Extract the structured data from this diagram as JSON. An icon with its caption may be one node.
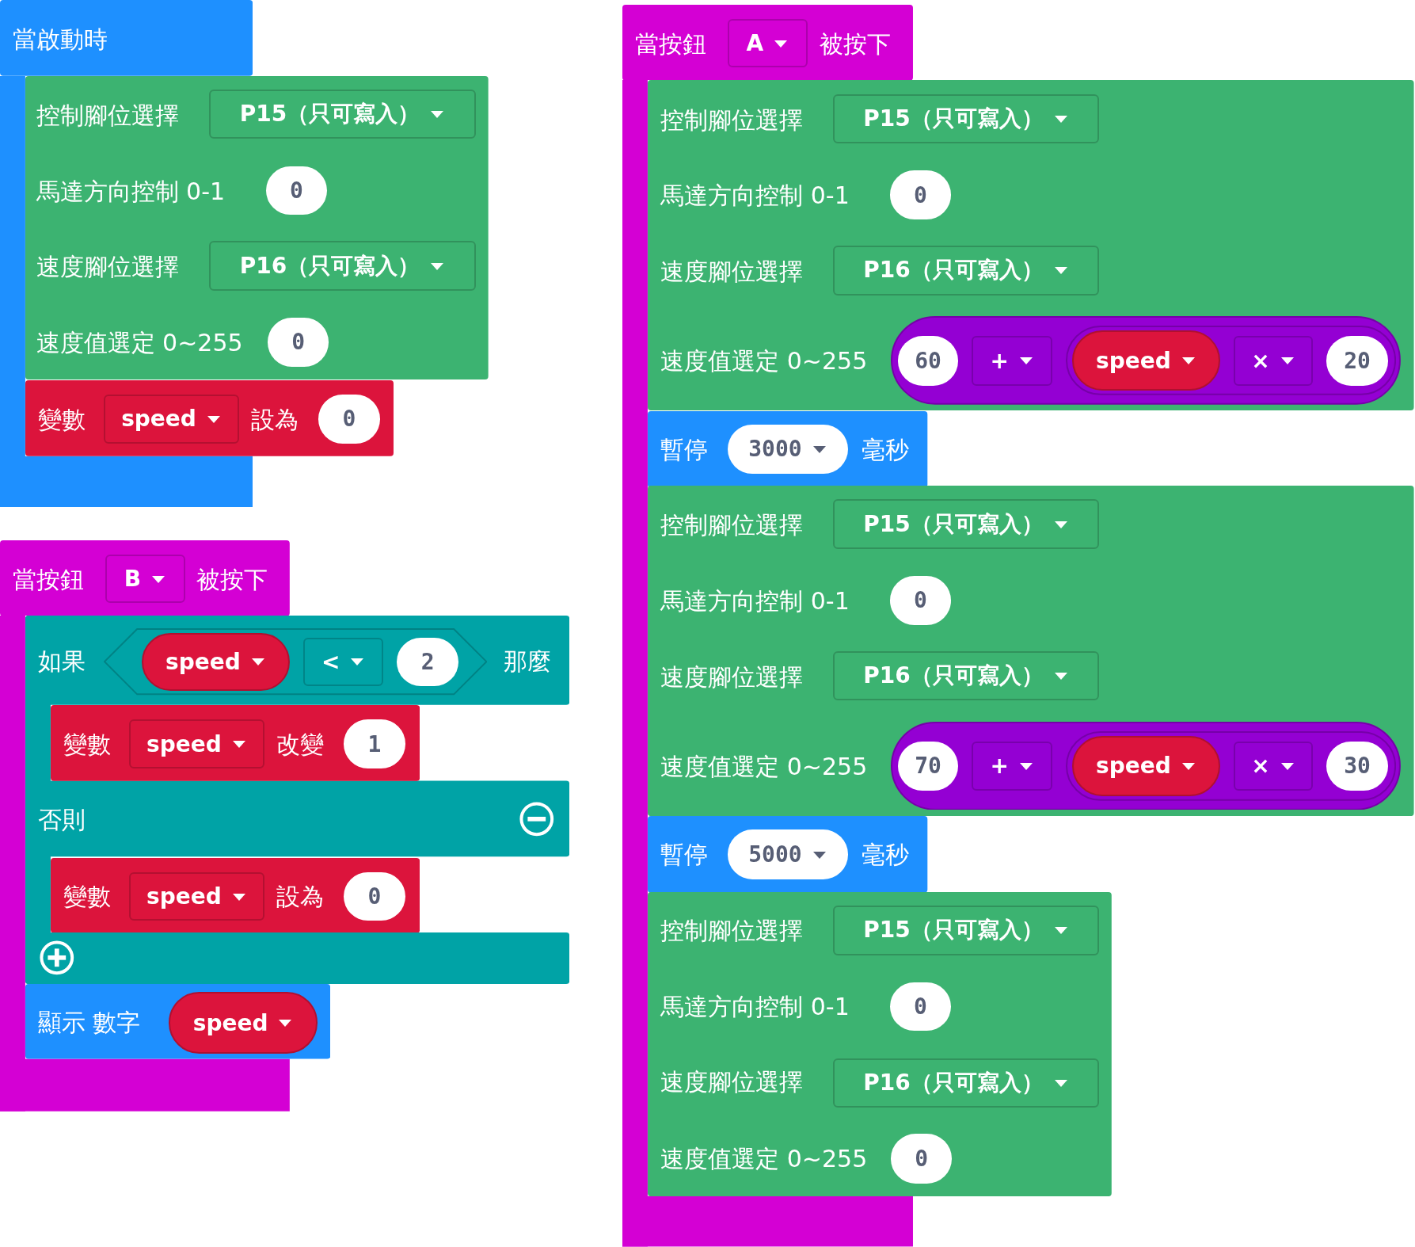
{
  "diagram": {
    "nodes": [
      {
        "text": [
          "當啟動時"
        ]
      },
      {
        "text": [
          "控制腳位選擇",
          "馬達方向控制 0-1",
          "速度腳位選擇",
          "速度值選定 0~255"
        ]
      },
      {
        "text": [
          "P15（只可寫入）"
        ],
        "in": 1
      },
      {
        "text": [
          "0"
        ],
        "in": 1
      },
      {
        "text": [
          "P16（只可寫入）"
        ],
        "in": 1
      },
      {
        "text": [
          "0"
        ],
        "in": 1
      },
      {
        "text": [
          "變數",
          "設為"
        ]
      },
      {
        "text": [
          "speed"
        ],
        "in": 6
      },
      {
        "text": [
          "0"
        ],
        "in": 6
      },
      {
        "text": [
          "當按鈕",
          "被按下"
        ]
      },
      {
        "text": [
          "B"
        ],
        "in": 9
      },
      {
        "text": [
          "如果",
          "那麼",
          "否則"
        ]
      },
      {
        "text": [],
        "shape": "hexagon",
        "in": 11
      },
      {
        "text": [
          "speed"
        ],
        "in": 12
      },
      {
        "text": [
          "<"
        ],
        "in": 12
      },
      {
        "text": [
          "2"
        ],
        "in": 12
      },
      {
        "text": [
          "變數",
          "改變"
        ],
        "in": 11
      },
      {
        "text": [
          "speed"
        ],
        "in": 16
      },
      {
        "text": [
          "1"
        ],
        "in": 16
      },
      {
        "text": [
          "變數",
          "設為"
        ],
        "in": 11
      },
      {
        "text": [
          "speed"
        ],
        "in": 19
      },
      {
        "text": [
          "0"
        ],
        "in": 19
      },
      {
        "text": [
          "顯示 數字"
        ]
      },
      {
        "text": [
          "speed"
        ],
        "in": 22
      },
      {
        "text": [
          "當按鈕",
          "被按下"
        ]
      },
      {
        "text": [
          "A"
        ],
        "in": 24
      },
      {
        "text": [
          "控制腳位選擇",
          "馬達方向控制 0-1",
          "速度腳位選擇",
          "速度值選定 0~255"
        ]
      },
      {
        "text": [
          "P15（只可寫入）"
        ],
        "in": 26
      },
      {
        "text": [
          "0"
        ],
        "in": 26
      },
      {
        "text": [
          "P16（只可寫入）"
        ],
        "in": 26
      },
      {
        "text": [],
        "shape": "pill",
        "in": 26
      },
      {
        "text": [
          "60"
        ],
        "in": 30
      },
      {
        "text": [
          "+"
        ],
        "in": 30
      },
      {
        "text": [],
        "shape": "pill",
        "in": 30
      },
      {
        "text": [
          "speed"
        ],
        "in": 33
      },
      {
        "text": [
          "×"
        ],
        "in": 33
      },
      {
        "text": [
          "20"
        ],
        "in": 33
      },
      {
        "text": [
          "暫停",
          "毫秒"
        ]
      },
      {
        "text": [
          "3000"
        ],
        "in": 37
      },
      {
        "text": [
          "控制腳位選擇",
          "馬達方向控制 0-1",
          "速度腳位選擇",
          "速度值選定 0~255"
        ]
      },
      {
        "text": [
          "P15（只可寫入）"
        ],
        "in": 39
      },
      {
        "text": [
          "0"
        ],
        "in": 39
      },
      {
        "text": [
          "P16（只可寫入）"
        ],
        "in": 39
      },
      {
        "text": [],
        "shape": "pill",
        "in": 39
      },
      {
        "text": [
          "70"
        ],
        "in": 43
      },
      {
        "text": [
          "+"
        ],
        "in": 43
      },
      {
        "text": [],
        "shape": "pill",
        "in": 43
      },
      {
        "text": [
          "speed"
        ],
        "in": 46
      },
      {
        "text": [
          "×"
        ],
        "in": 46
      },
      {
        "text": [
          "30"
        ],
        "in": 46
      },
      {
        "text": [
          "暫停",
          "毫秒"
        ]
      },
      {
        "text": [
          "5000"
        ],
        "in": 50
      },
      {
        "text": [
          "控制腳位選擇",
          "馬達方向控制 0-1",
          "速度腳位選擇",
          "速度值選定 0~255"
        ]
      },
      {
        "text": [
          "P15（只可寫入）"
        ],
        "in": 52
      },
      {
        "text": [
          "0"
        ],
        "in": 52
      },
      {
        "text": [
          "P16（只可寫入）"
        ],
        "in": 52
      },
      {
        "text": [
          "0"
        ],
        "in": 52
      }
    ]
  }
}
